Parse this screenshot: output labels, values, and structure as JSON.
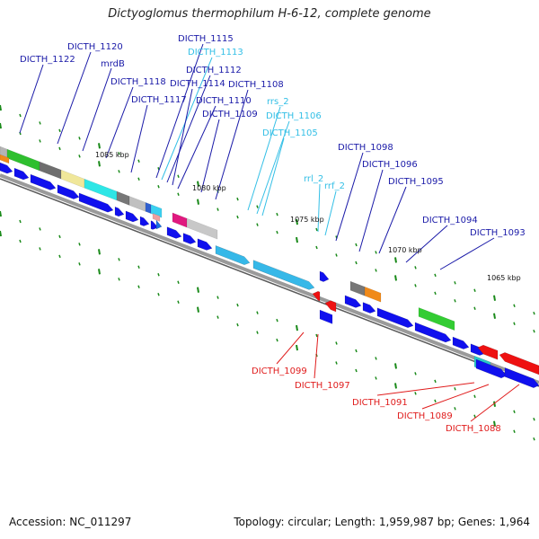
{
  "title": "Dictyoglomus thermophilum H-6-12, complete genome",
  "footer": {
    "accession": "Accession: NC_011297",
    "topology": "Topology: circular; Length: 1,959,987 bp; Genes: 1,964"
  },
  "colors": {
    "forward_label": "#1a1aa8",
    "rna_label": "#33bfe6",
    "reverse_label": "#e01c1c",
    "backbone": "#7a7a7a",
    "tick": "#1a8a1a"
  },
  "scale_labels": [
    "1085 kbp",
    "1080 kbp",
    "1075 kbp",
    "1070 kbp",
    "1065 kbp"
  ],
  "labels_forward": [
    "DICTH_1122",
    "DICTH_1120",
    "mrdB",
    "DICTH_1118",
    "DICTH_1117",
    "DICTH_1115",
    "DICTH_1112",
    "DICTH_1114",
    "DICTH_1110",
    "DICTH_1109",
    "DICTH_1108",
    "DICTH_1098",
    "DICTH_1096",
    "DICTH_1095",
    "DICTH_1094",
    "DICTH_1093"
  ],
  "labels_rna": [
    "DICTH_1113",
    "rrs_2",
    "DICTH_1106",
    "DICTH_1105",
    "rrl_2",
    "rrf_2"
  ],
  "labels_reverse": [
    "DICTH_1099",
    "DICTH_1097",
    "DICTH_1091",
    "DICTH_1089",
    "DICTH_1088"
  ]
}
